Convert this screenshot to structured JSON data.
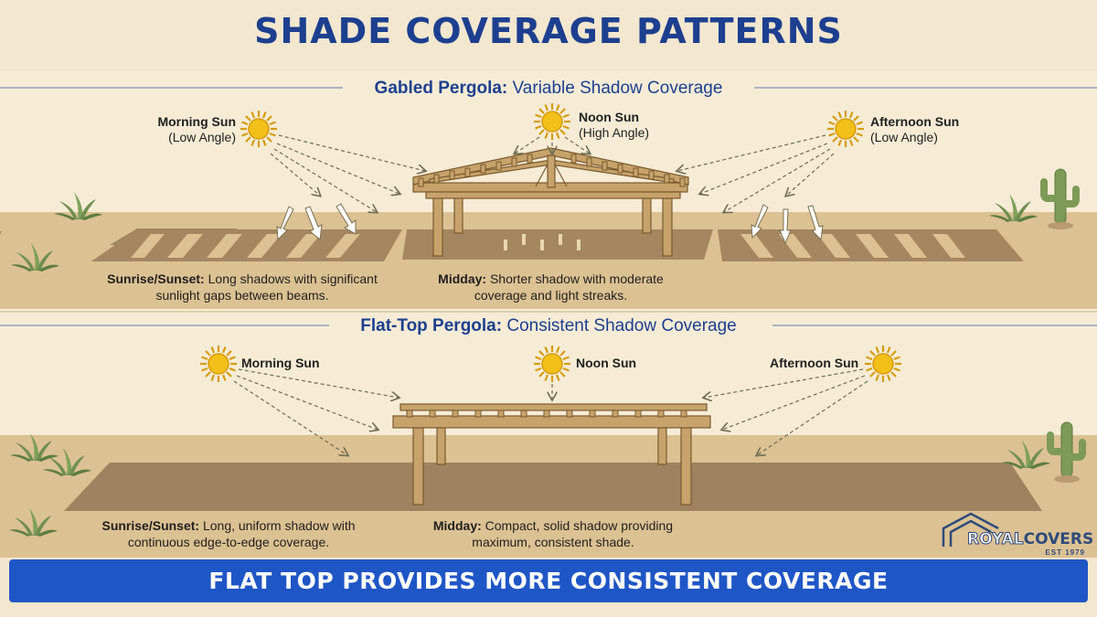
{
  "title": "SHADE COVERAGE PATTERNS",
  "gabled": {
    "heading_bold": "Gabled Pergola:",
    "heading_rest": "Variable Shadow Coverage",
    "suns": [
      {
        "name": "Morning Sun",
        "angle": "(Low Angle)"
      },
      {
        "name": "Noon Sun",
        "angle": "(High Angle)"
      },
      {
        "name": "Afternoon Sun",
        "angle": "(Low Angle)"
      }
    ],
    "caption_left_bold": "Sunrise/Sunset:",
    "caption_left_rest": "Long shadows with significant sunlight gaps between beams.",
    "caption_mid_bold": "Midday:",
    "caption_mid_rest": "Shorter shadow with moderate coverage and light streaks."
  },
  "flat": {
    "heading_bold": "Flat-Top Pergola:",
    "heading_rest": "Consistent Shadow Coverage",
    "suns": [
      {
        "name": "Morning Sun"
      },
      {
        "name": "Noon Sun"
      },
      {
        "name": "Afternoon Sun"
      }
    ],
    "caption_left_bold": "Sunrise/Sunset:",
    "caption_left_rest": "Long, uniform shadow with continuous edge-to-edge coverage.",
    "caption_mid_bold": "Midday:",
    "caption_mid_rest": "Compact, solid shadow providing maximum, consistent shade."
  },
  "banner": "FLAT TOP PROVIDES MORE CONSISTENT COVERAGE",
  "logo": {
    "royal": "ROYAL",
    "covers": "COVERS",
    "est": "EST 1979"
  },
  "colors": {
    "title_blue": "#1d3f8f",
    "banner_blue": "#1f56c6",
    "sand": "#d9bd8a",
    "shadow": "#9a7f5c",
    "wood": "#c7a36b",
    "sun": "#f2c018"
  }
}
